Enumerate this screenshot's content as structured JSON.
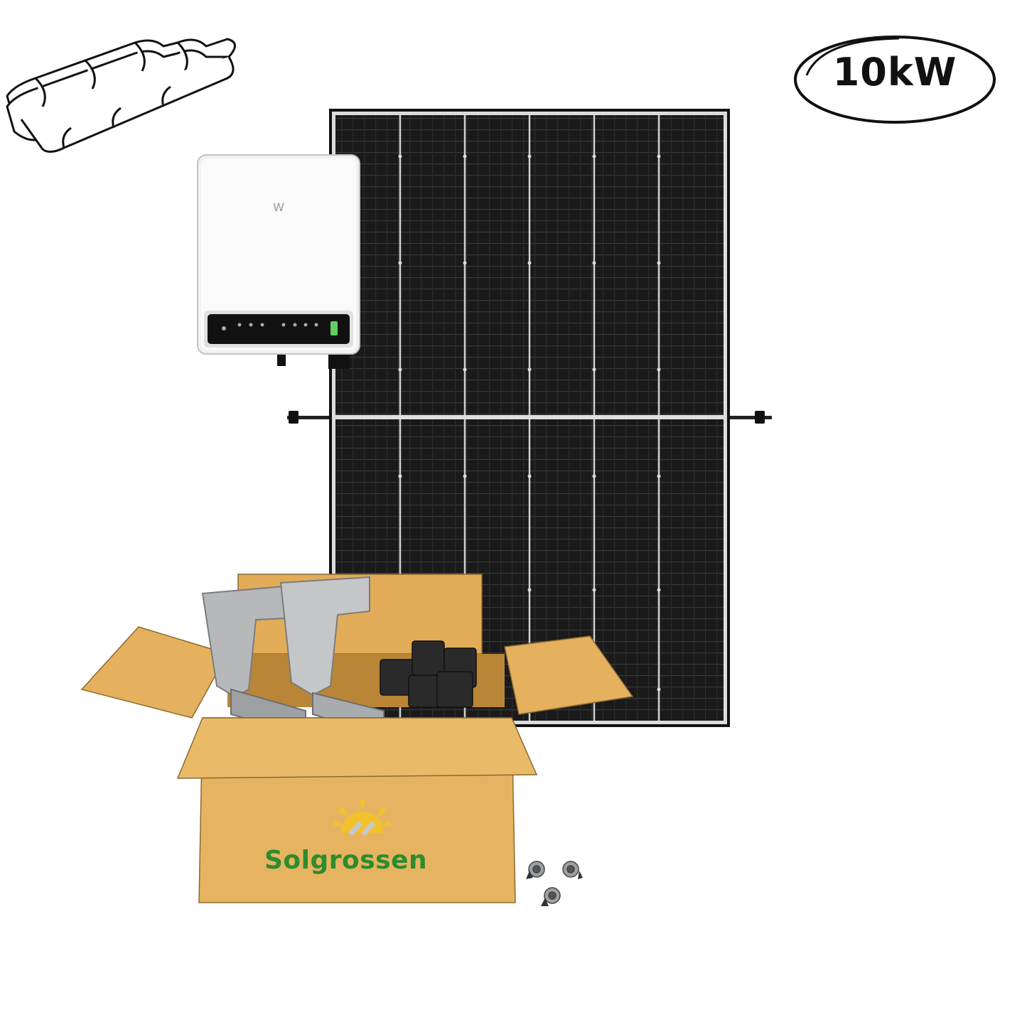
{
  "badge": {
    "label": "10kW"
  },
  "box": {
    "brand": "Solgrossen"
  },
  "items": [
    {
      "name": "roof-tiles-icon"
    },
    {
      "name": "inverter"
    },
    {
      "name": "solar-panel"
    },
    {
      "name": "mounting-hooks"
    },
    {
      "name": "panel-clamps"
    },
    {
      "name": "screws"
    },
    {
      "name": "cardboard-box"
    }
  ],
  "colors": {
    "panel_cell": "#1a1a1a",
    "panel_frame": "#c8c8c8",
    "box": "#e3b15e",
    "brand_green": "#2e8b2e",
    "sun_yellow": "#f2c12e"
  }
}
